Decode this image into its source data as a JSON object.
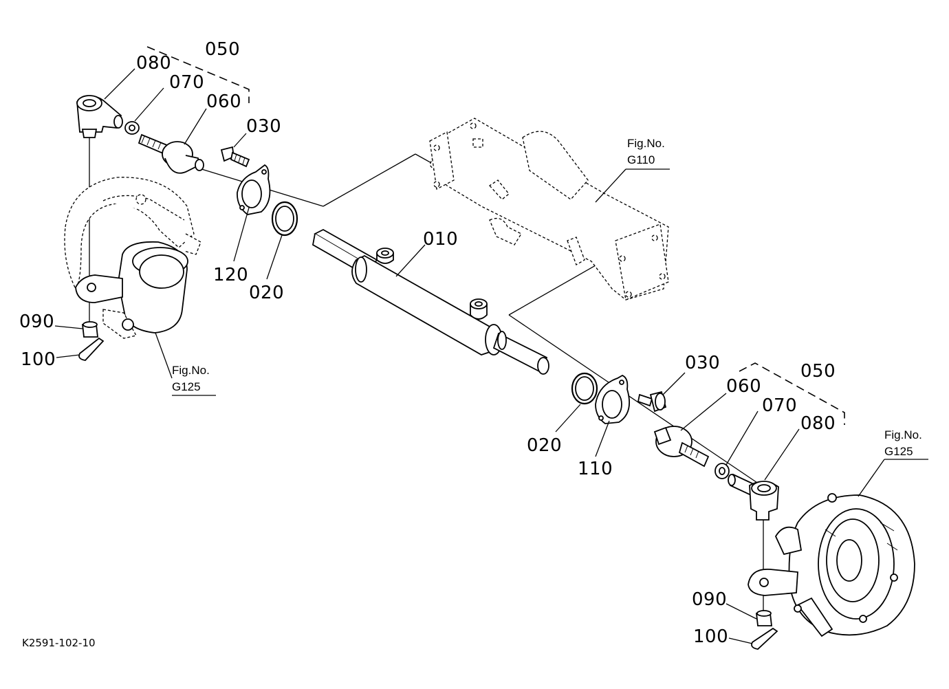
{
  "diagram": {
    "parts": {
      "p010": "010",
      "p020_left": "020",
      "p020_right": "020",
      "p030_left": "030",
      "p030_right": "030",
      "p050_left": "050",
      "p050_right": "050",
      "p060_left": "060",
      "p060_right": "060",
      "p070_left": "070",
      "p070_right": "070",
      "p080_left": "080",
      "p080_right": "080",
      "p090_left": "090",
      "p090_right": "090",
      "p100_left": "100",
      "p100_right": "100",
      "p110": "110",
      "p120": "120"
    },
    "fig_refs": {
      "g110": {
        "line1": "Fig.No.",
        "line2": "G110"
      },
      "g125_left": {
        "line1": "Fig.No.",
        "line2": "G125"
      },
      "g125_right": {
        "line1": "Fig.No.",
        "line2": "G125"
      }
    },
    "drawing_code": "K2591-102-10"
  }
}
